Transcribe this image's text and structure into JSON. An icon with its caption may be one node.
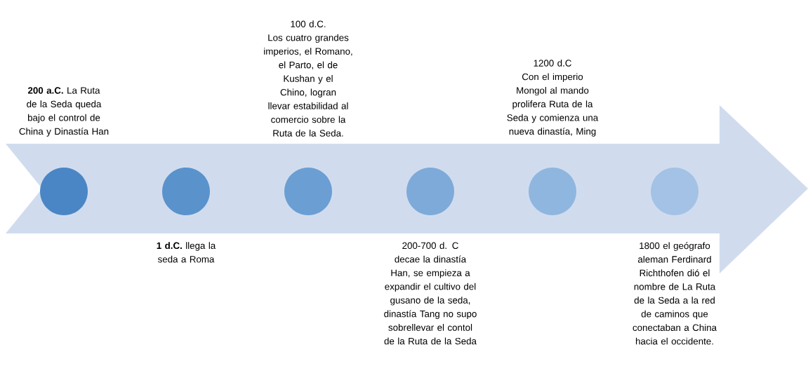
{
  "diagram": {
    "nodes": [
      {
        "text": [],
        "shape": "arrow"
      },
      {
        "text": [],
        "shape": "circle",
        "in": 0,
        "beside": [
          "**200 a.C.** La Ruta de la Seda queda bajo el control de China y Dinastía Han"
        ]
      },
      {
        "text": [],
        "shape": "circle",
        "in": 0,
        "beside": [
          "**1 d.C.** llega la seda a Roma"
        ]
      },
      {
        "text": [],
        "shape": "circle",
        "in": 0,
        "beside": [
          "100 d.C.",
          "Los cuatro grandes imperios, el Romano, el Parto, el de Kushan y el Chino, logran llevar estabilidad al comercio sobre la Ruta de la Seda."
        ]
      },
      {
        "text": [],
        "shape": "circle",
        "in": 0,
        "beside": [
          "200-700 d. C",
          "decae la dinastía Han, se empieza a expandir el cultivo del gusano de la seda, dinastía Tang no supo sobrellevar el contol de la Ruta de la Seda"
        ]
      },
      {
        "text": [],
        "shape": "circle",
        "in": 0,
        "beside": [
          "1200 d.C",
          "Con el imperio Mongol al mando prolifera Ruta de la Seda y comienza una nueva dinastía, Ming"
        ]
      },
      {
        "text": [],
        "shape": "circle",
        "in": 0,
        "beside": [
          "1800 el geógrafo aleman Ferdinard Richthofen dió el nombre de La Ruta de la Seda a la red de caminos que conectaban a China hacia el occidente."
        ]
      }
    ]
  }
}
